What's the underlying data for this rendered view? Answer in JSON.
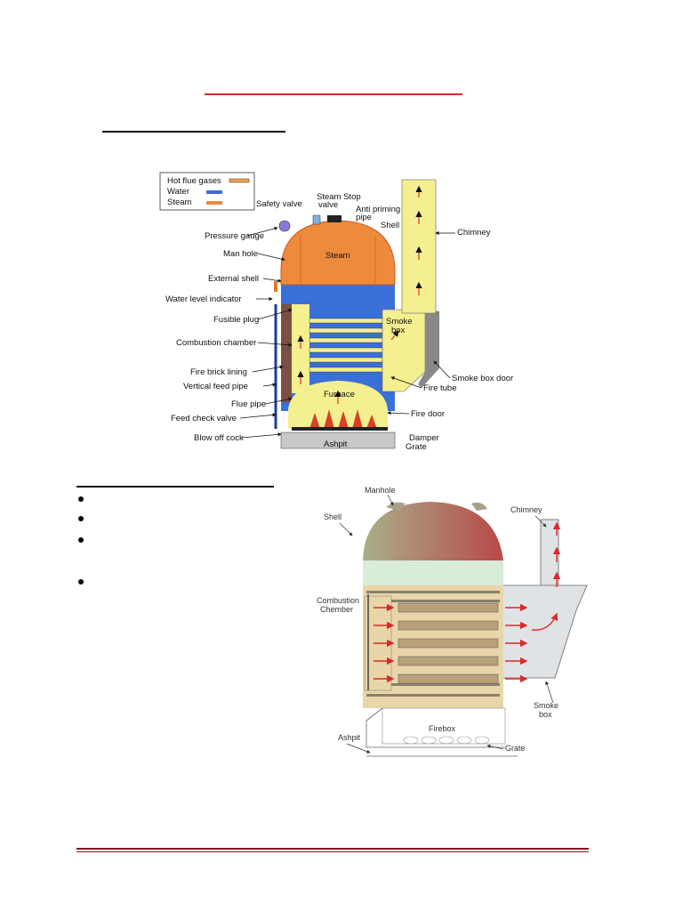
{
  "colors": {
    "title_rule": "#e0262d",
    "footer_rule": "#7a1b1b",
    "steam": "#ee8a3c",
    "water": "#3a6fd8",
    "flue": "#f4ef8f",
    "arrow": "#e03030"
  },
  "figure1": {
    "legend": [
      {
        "label": "Hot flue gases",
        "swatch": "#f4a050"
      },
      {
        "label": "Water",
        "swatch": "#3a6fd8"
      },
      {
        "label": "Steam",
        "swatch": "#ee8a3c"
      }
    ],
    "labels": {
      "safety_valve": "Safety valve",
      "steam_stop_valve_1": "Steam Stop",
      "steam_stop_valve_2": "valve",
      "anti_priming_1": "Anti priming",
      "anti_priming_2": "pipe",
      "shell": "Shell",
      "chimney": "Chimney",
      "pressure_gauge": "Pressure gauge",
      "man_hole": "Man hole",
      "external_shell": "External shell",
      "water_level_indicator": "Water level indicator",
      "fusible_plug": "Fusible plug",
      "combustion_chamber": "Combustion chamber",
      "fire_brick_lining": "Fire brick lining",
      "vertical_feed_pipe": "Vertical feed pipe",
      "flue_pipe": "Flue pipe",
      "feed_check_valve": "Feed check valve",
      "blow_off_cock": "Blow off cock",
      "steam": "Steam",
      "smoke_box_1": "Smoke",
      "smoke_box_2": "box",
      "smoke_box_door": "Smoke box door",
      "fire_tube": "Fire tube",
      "furnace": "Furnace",
      "fire_door": "Fire door",
      "damper": "Damper",
      "grate": "Grate",
      "ashpit": "Ashpit"
    }
  },
  "figure2": {
    "labels": {
      "manhole": "Manhole",
      "shell": "Shell",
      "chimney": "Chimney",
      "combustion_1": "Combustion",
      "combustion_2": "Chember",
      "smoke_box_1": "Smoke",
      "smoke_box_2": "box",
      "firebox": "Firebox",
      "ashpit": "Ashpit",
      "grate": "Grate"
    }
  }
}
